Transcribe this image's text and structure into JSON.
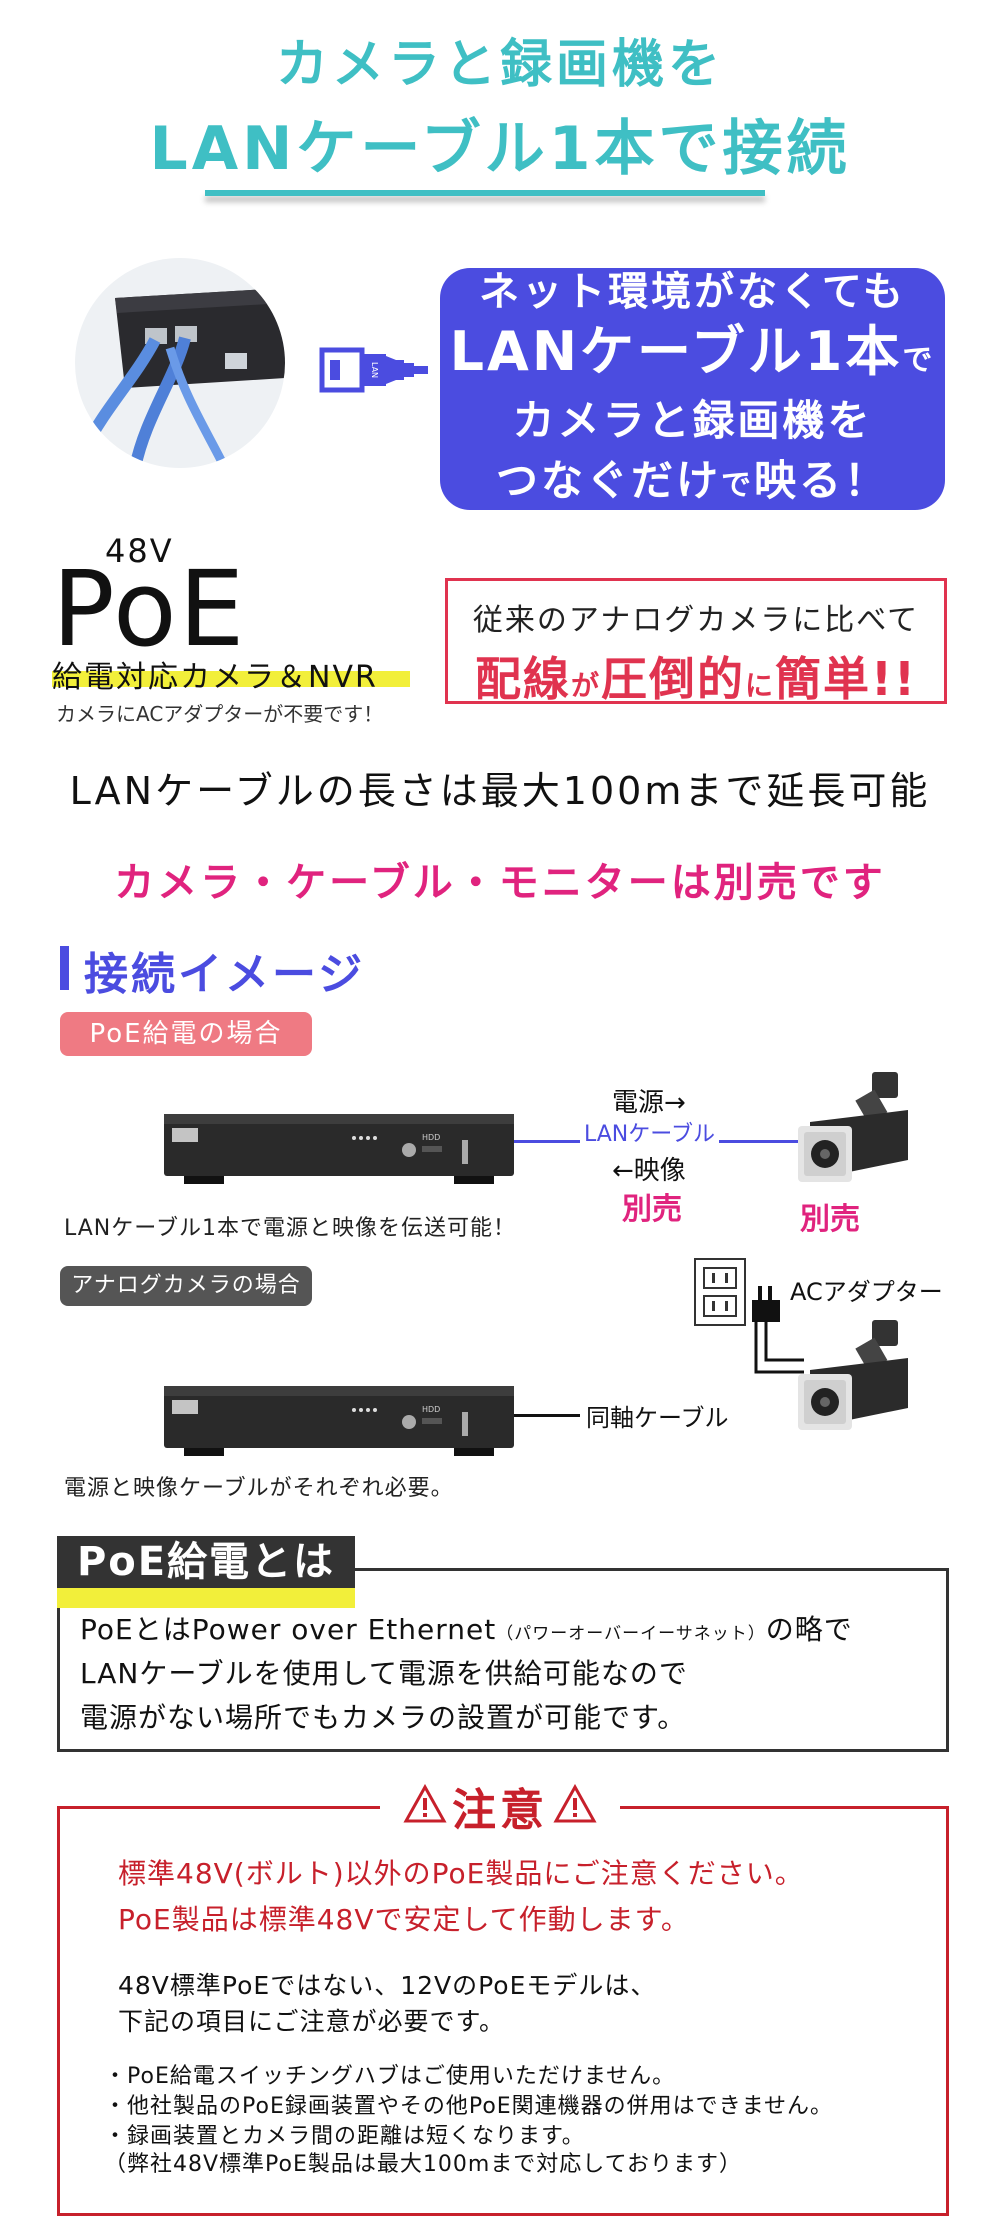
{
  "title": {
    "line1": "カメラと録画機を",
    "line2": "LANケーブル1本で接続"
  },
  "callout": {
    "line1": "ネット環境がなくても",
    "line2_main": "LANケーブル1本",
    "line2_small": "で",
    "line3": "カメラと録画機を",
    "line4_a": "つなぐだけ",
    "line4_small": "で",
    "line4_b": "映る！",
    "plug_label": "LAN"
  },
  "poe": {
    "voltage": "48V",
    "word": "PoE",
    "subtitle": "給電対応カメラ＆NVR",
    "note": "カメラにACアダプターが不要です！"
  },
  "comparison": {
    "line1": "従来のアナログカメラに比べて",
    "line2_a": "配線",
    "line2_small1": "が",
    "line2_b": "圧倒的",
    "line2_small2": "に",
    "line2_c": "簡単!!"
  },
  "lan_length": "LANケーブルの長さは最大100mまで延長可能",
  "sold_separately": "カメラ・ケーブル・モニターは別売です",
  "connection": {
    "heading": "接続イメージ",
    "poe_case": {
      "pill": "PoE給電の場合",
      "power_label": "電源→",
      "cable_label": "LANケーブル",
      "video_label": "←映像",
      "sold_cable": "別売",
      "sold_camera": "別売",
      "caption": "LANケーブル1本で電源と映像を伝送可能！"
    },
    "analog_case": {
      "pill": "アナログカメラの場合",
      "ac_label": "ACアダプター",
      "cable_label": "同軸ケーブル",
      "caption": "電源と映像ケーブルがそれぞれ必要。"
    },
    "recorder_label": "HDD"
  },
  "poe_info": {
    "title": "PoE給電とは",
    "line1_a": "PoEとはPower over Ethernet",
    "line1_small": "（パワーオーバーイーサネット）",
    "line1_b": "の略で",
    "line2": "LANケーブルを使用して電源を供給可能なので",
    "line3": "電源がない場所でもカメラの設置が可能です。"
  },
  "caution": {
    "title": "注意",
    "red1": "標準48V(ボルト)以外のPoE製品にご注意ください。",
    "red2": "PoE製品は標準48Vで安定して作動します。",
    "black1": "48V標準PoEではない、12VのPoEモデルは、",
    "black2": "下記の項目にご注意が必要です。",
    "bullets": [
      "・PoE給電スイッチングハブはご使用いただけません。",
      "・他社製品のPoE録画装置やその他PoE関連機器の併用はできません。",
      "・録画装置とカメラ間の距離は短くなります。",
      "（弊社48V標準PoE製品は最大100mまで対応しております）"
    ]
  },
  "colors": {
    "teal": "#3fbfc4",
    "blue": "#4b4ce0",
    "red": "#e0334f",
    "magenta": "#e0237e",
    "pink": "#ef7a83",
    "yellow": "#f2ef3a",
    "caution_red": "#c7202b"
  }
}
